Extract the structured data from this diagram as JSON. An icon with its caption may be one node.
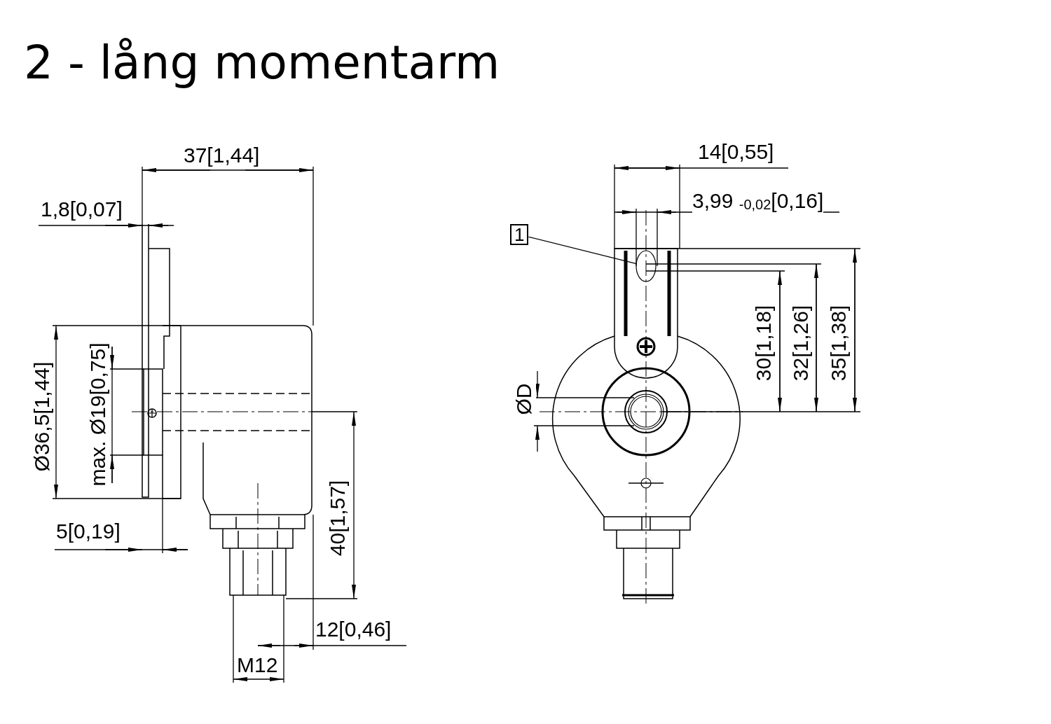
{
  "diagram": {
    "title": "2 - lång momentarm",
    "nodes": [
      {
        "text": [
          "1"
        ]
      },
      {
        "text": [],
        "shape": "circle"
      }
    ],
    "edges": [
      {
        "from": 0,
        "to": 1,
        "arrow": "none"
      }
    ],
    "labels": [
      "14[0,55]",
      "37[1,44]",
      "3,99 $_{-0,02}$[0,16]",
      "1,8[0,07]",
      "Ø36,5[1,44]",
      "max. Ø19[0,75]",
      "30[1,18]",
      "32[1,26]",
      "35[1,38]",
      "ØD",
      "40[1,57]",
      "5[0,19]",
      "12[0,46]",
      "M12"
    ]
  }
}
